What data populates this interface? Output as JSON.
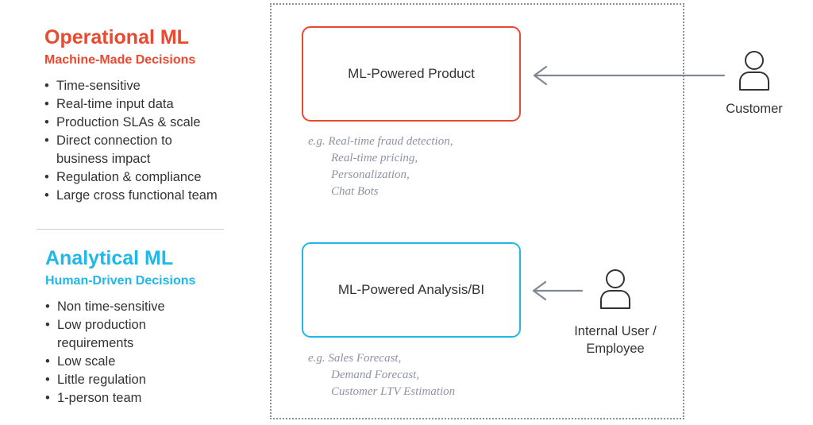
{
  "operational": {
    "title": "Operational ML",
    "subtitle": "Machine-Made Decisions",
    "color": "#e8492f",
    "bullets": [
      "Time-sensitive",
      "Real-time input data",
      "Production SLAs & scale",
      "Direct connection to business impact",
      "Regulation & compliance",
      "Large cross functional team"
    ]
  },
  "analytical": {
    "title": "Analytical ML",
    "subtitle": "Human-Driven Decisions",
    "color": "#1fb8e8",
    "bullets": [
      "Non time-sensitive",
      "Low production requirements",
      "Low scale",
      "Little regulation",
      "1-person team"
    ]
  },
  "product": {
    "label": "ML-Powered Product",
    "examples_prefix": "e.g.",
    "examples": [
      "Real-time fraud detection,",
      "Real-time pricing,",
      "Personalization,",
      "Chat Bots"
    ]
  },
  "analysis": {
    "label": "ML-Powered Analysis/BI",
    "examples_prefix": "e.g.",
    "examples": [
      "Sales Forecast,",
      "Demand Forecast,",
      "Customer LTV Estimation"
    ]
  },
  "actors": {
    "customer": {
      "label": "Customer",
      "icon": "person-icon"
    },
    "internal_user": {
      "label_line1": "Internal User /",
      "label_line2": "Employee",
      "icon": "person-icon"
    }
  },
  "colors": {
    "text": "#333333",
    "example_text": "#8c93a1",
    "arrow": "#808694",
    "frame": "#8a8f99"
  }
}
